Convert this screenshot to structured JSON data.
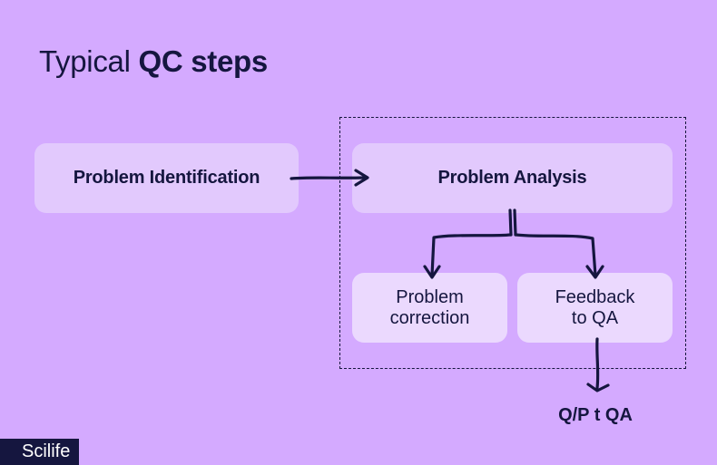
{
  "title": {
    "prefix": "Typical",
    "emphasis": "QC steps"
  },
  "boxes": {
    "identification": "Problem Identification",
    "analysis": "Problem Analysis",
    "correction": [
      "Problem",
      "correction"
    ],
    "feedback": [
      "Feedback",
      "to QA"
    ]
  },
  "outcome": "Q/P t QA",
  "brand": "Scilife",
  "colors": {
    "background": "#d4aaff",
    "box": "#e2c9fd",
    "text": "#15163f"
  }
}
